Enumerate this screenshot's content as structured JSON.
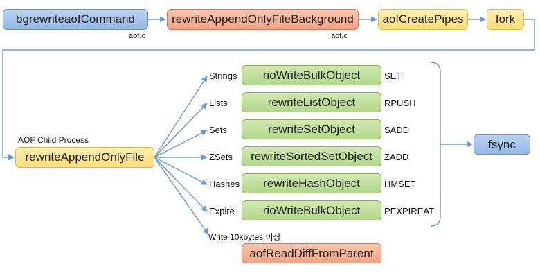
{
  "top_flow": {
    "bgrewrite": "bgrewriteaofCommand",
    "rewrite_bg": "rewriteAppendOnlyFileBackground",
    "create_pipes": "aofCreatePipes",
    "fork": "fork",
    "file_note_1": "aof.c",
    "file_note_2": "aof.c"
  },
  "child": {
    "caption": "AOF Child Process",
    "function": "rewriteAppendOnlyFile"
  },
  "branches": [
    {
      "type": "Strings",
      "function": "rioWriteBulkObject",
      "command": "SET"
    },
    {
      "type": "Lists",
      "function": "rewriteListObject",
      "command": "RPUSH"
    },
    {
      "type": "Sets",
      "function": "rewriteSetObject",
      "command": "SADD"
    },
    {
      "type": "ZSets",
      "function": "rewriteSortedSetObject",
      "command": "ZADD"
    },
    {
      "type": "Hashes",
      "function": "rewriteHashObject",
      "command": "HMSET"
    },
    {
      "type": "Expire",
      "function": "rioWriteBulkObject",
      "command": "PEXPIREAT"
    }
  ],
  "diff": {
    "label": "Write 10kbytes 이상",
    "function": "aofReadDiffFromParent"
  },
  "fsync": "fsync",
  "colors": {
    "blue": "#a9c4ec",
    "orange": "#f7b496",
    "yellow": "#fee79a",
    "green": "#c2e09f",
    "arrow": "#6a9bd2"
  }
}
